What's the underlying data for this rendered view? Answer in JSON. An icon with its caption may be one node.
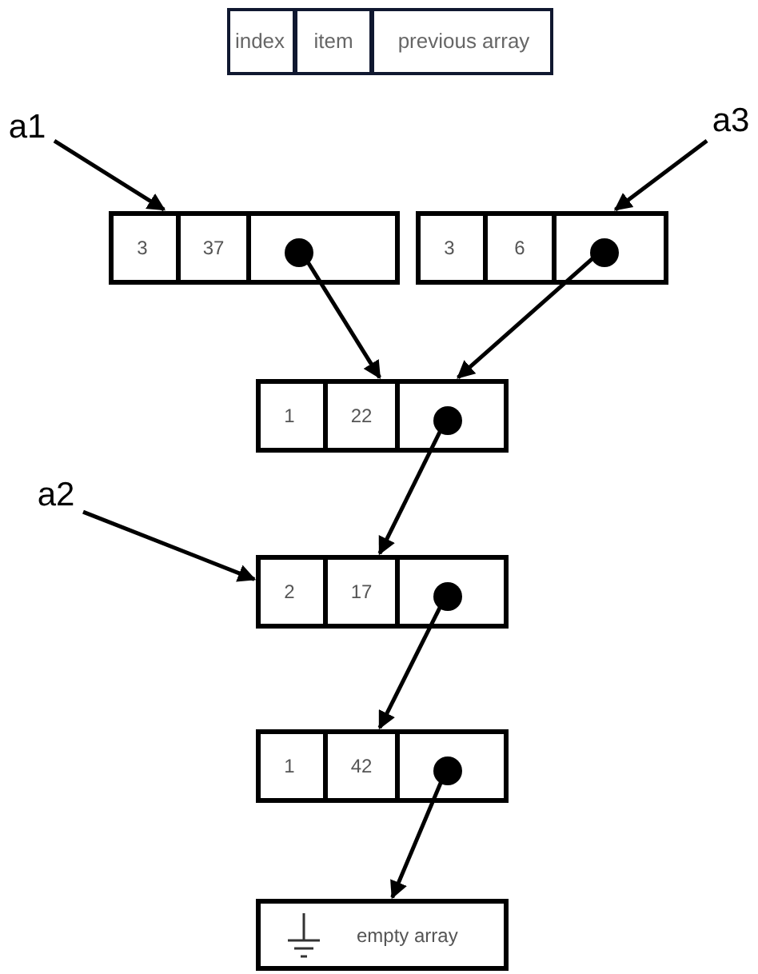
{
  "diagram": {
    "nodes": [
      {
        "text": [],
        "shape": "box"
      },
      {
        "text": [
          "index"
        ],
        "in": 0
      },
      {
        "text": [
          "item"
        ],
        "in": 0
      },
      {
        "text": [
          "previous array"
        ],
        "in": 0
      },
      {
        "text": [
          "a1"
        ]
      },
      {
        "text": [
          "a3"
        ]
      },
      {
        "text": [],
        "shape": "box"
      },
      {
        "text": [
          "3"
        ],
        "in": 6
      },
      {
        "text": [
          "37"
        ],
        "in": 6
      },
      {
        "text": [],
        "shape": "box",
        "in": 6
      },
      {
        "text": [],
        "shape": "circle",
        "in": 9
      },
      {
        "text": [],
        "shape": "box"
      },
      {
        "text": [
          "3"
        ],
        "in": 11
      },
      {
        "text": [
          "6"
        ],
        "in": 11
      },
      {
        "text": [],
        "shape": "box",
        "in": 11
      },
      {
        "text": [],
        "shape": "circle",
        "in": 14
      },
      {
        "text": [],
        "shape": "box"
      },
      {
        "text": [
          "1"
        ],
        "in": 16
      },
      {
        "text": [
          "22"
        ],
        "in": 16
      },
      {
        "text": [],
        "shape": "box",
        "in": 16
      },
      {
        "text": [],
        "shape": "circle",
        "in": 19
      },
      {
        "text": [
          "a2"
        ]
      },
      {
        "text": [],
        "shape": "box"
      },
      {
        "text": [
          "2"
        ],
        "in": 22
      },
      {
        "text": [
          "17"
        ],
        "in": 22
      },
      {
        "text": [],
        "shape": "box",
        "in": 22
      },
      {
        "text": [],
        "shape": "circle",
        "in": 25
      },
      {
        "text": [],
        "shape": "box"
      },
      {
        "text": [
          "1"
        ],
        "in": 27
      },
      {
        "text": [
          "42"
        ],
        "in": 27
      },
      {
        "text": [],
        "shape": "box",
        "in": 27
      },
      {
        "text": [],
        "shape": "circle",
        "in": 30
      },
      {
        "text": [
          "empty array"
        ]
      }
    ],
    "edges": [
      {
        "from": 4,
        "to": 6,
        "arrow": "to"
      },
      {
        "from": 5,
        "to": 11,
        "arrow": "to"
      },
      {
        "from": 10,
        "to": 16,
        "arrow": "to"
      },
      {
        "from": 15,
        "to": 16,
        "arrow": "to"
      },
      {
        "from": 20,
        "to": 22,
        "arrow": "to"
      },
      {
        "from": 21,
        "to": 22,
        "arrow": "to"
      },
      {
        "from": 26,
        "to": 27,
        "arrow": "to"
      },
      {
        "from": 31,
        "to": 32,
        "arrow": "to"
      }
    ]
  }
}
